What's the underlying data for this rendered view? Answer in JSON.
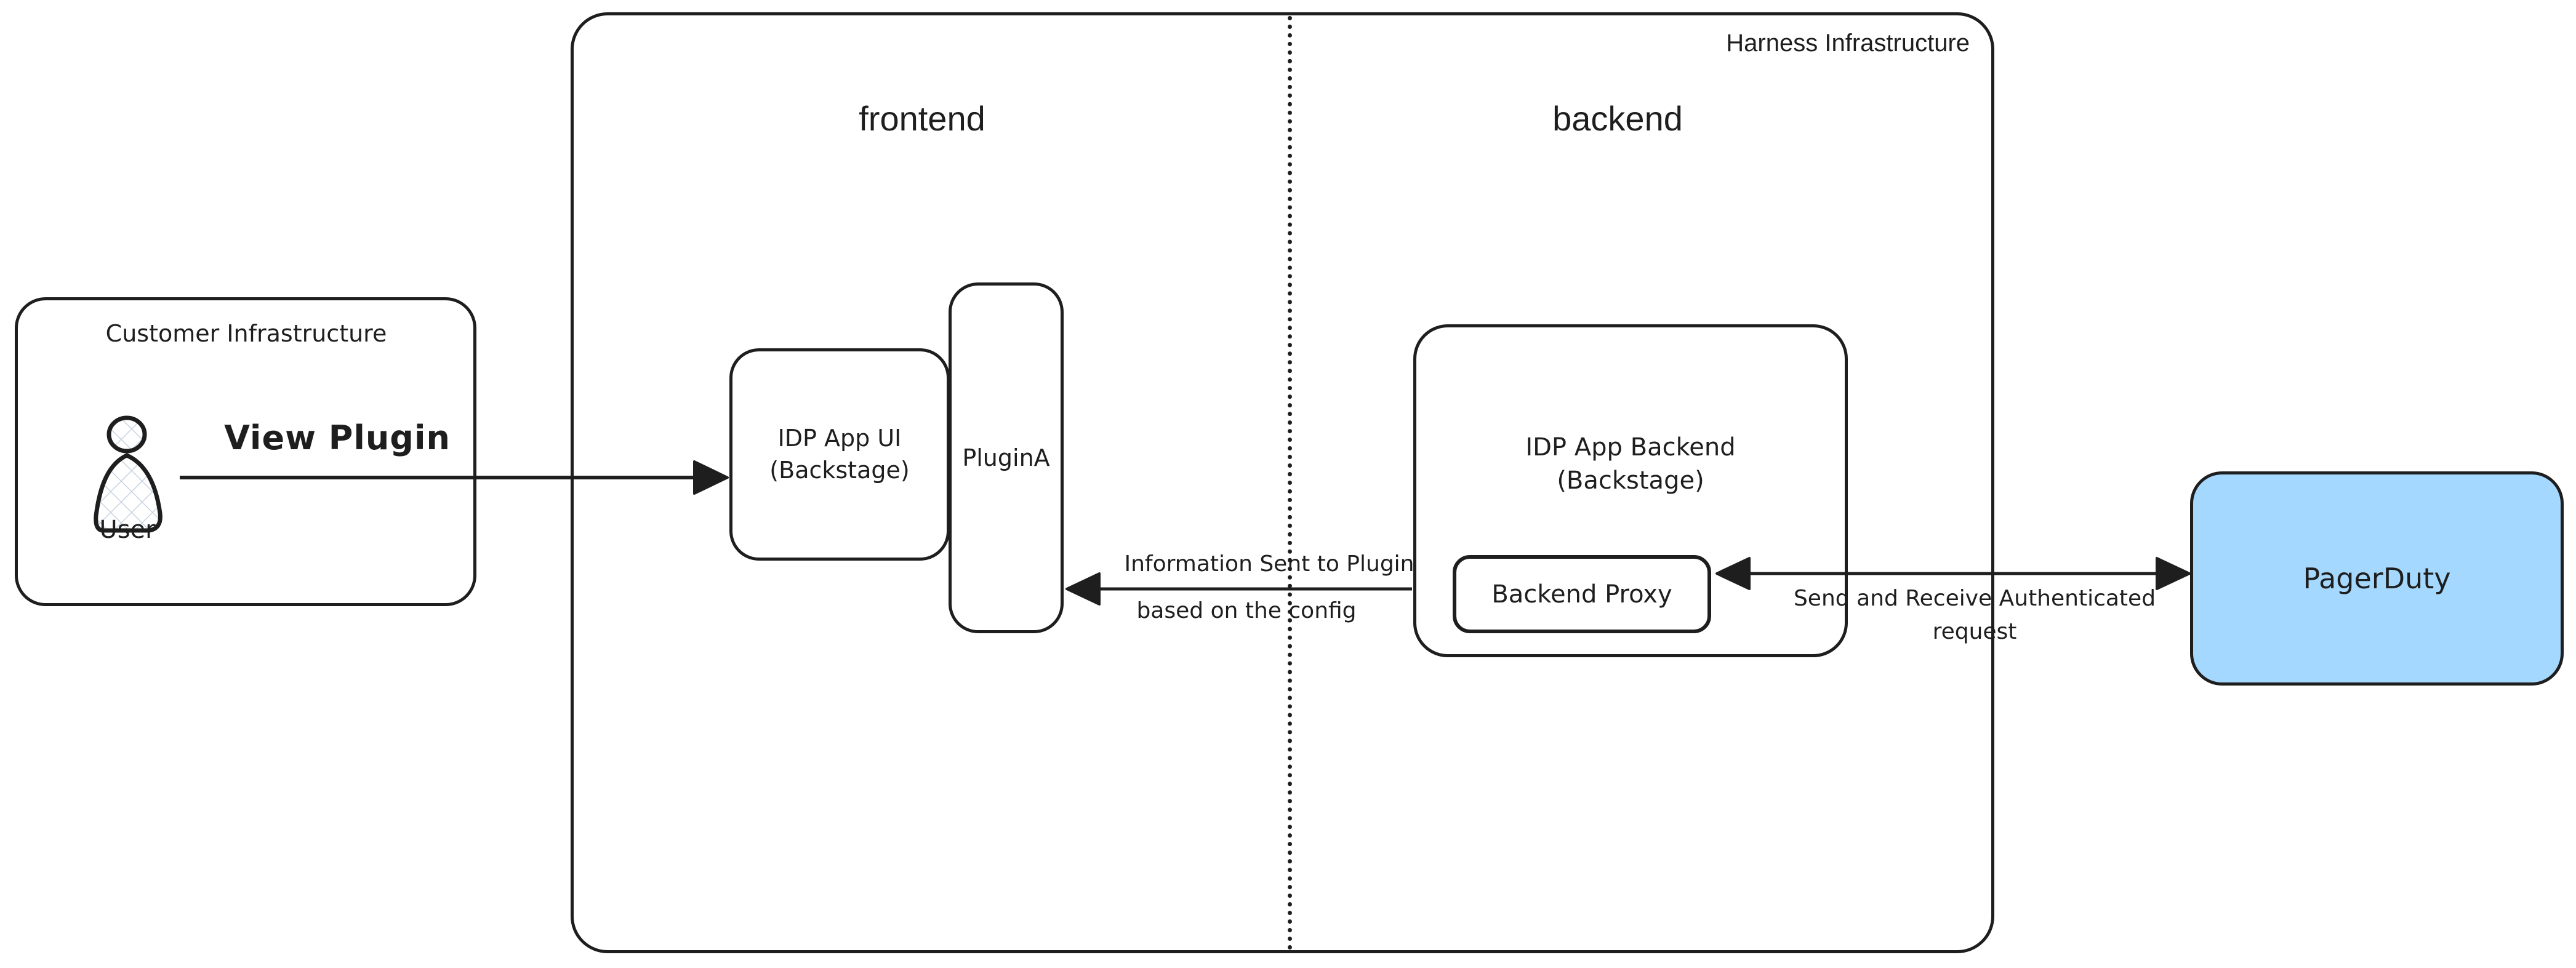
{
  "diagram": {
    "harness": {
      "label": "Harness Infrastructure",
      "frontend_label": "frontend",
      "backend_label": "backend"
    },
    "customer": {
      "label": "Customer Infrastructure",
      "user_label": "User",
      "user_icon": "user-icon"
    },
    "nodes": {
      "idp_ui": {
        "line1": "IDP App UI",
        "line2": "(Backstage)"
      },
      "plugin_a": {
        "label": "PluginA"
      },
      "idp_backend": {
        "line1": "IDP App Backend",
        "line2": "(Backstage)"
      },
      "backend_proxy": {
        "label": "Backend Proxy"
      },
      "pagerduty": {
        "label": "PagerDuty"
      }
    },
    "arrows": {
      "view_plugin": {
        "label": "View Plugin"
      },
      "info": {
        "line1": "Information Sent to Plugin",
        "line2": "based on the config"
      },
      "send_receive": {
        "line1": "Send and Receive Authenticated",
        "line2": "request"
      }
    },
    "colors": {
      "stroke": "#1e1e1e",
      "pagerduty_fill": "#a5d8ff",
      "hatch": "#c9d4e0"
    }
  }
}
